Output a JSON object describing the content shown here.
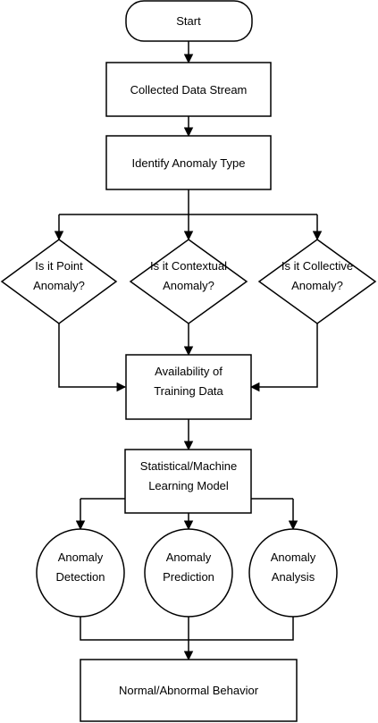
{
  "nodes": {
    "start": {
      "lines": [
        "Start"
      ]
    },
    "collected": {
      "lines": [
        "Collected Data Stream"
      ]
    },
    "identify": {
      "lines": [
        "Identify Anomaly Type"
      ]
    },
    "point": {
      "lines": [
        "Is it Point",
        "Anomaly?"
      ]
    },
    "contextual": {
      "lines": [
        "Is it Contextual",
        "Anomaly?"
      ]
    },
    "collective": {
      "lines": [
        "Is it Collective",
        "Anomaly?"
      ]
    },
    "training": {
      "lines": [
        "Availability of",
        "Training Data"
      ]
    },
    "model": {
      "lines": [
        "Statistical/Machine",
        "Learning Model"
      ]
    },
    "detection": {
      "lines": [
        "Anomaly",
        "Detection"
      ]
    },
    "prediction": {
      "lines": [
        "Anomaly",
        "Prediction"
      ]
    },
    "analysis": {
      "lines": [
        "Anomaly",
        "Analysis"
      ]
    },
    "behavior": {
      "lines": [
        "Normal/Abnormal Behavior"
      ]
    }
  },
  "colors": {
    "stroke": "#000000",
    "fill": "#ffffff",
    "text": "#000000"
  }
}
